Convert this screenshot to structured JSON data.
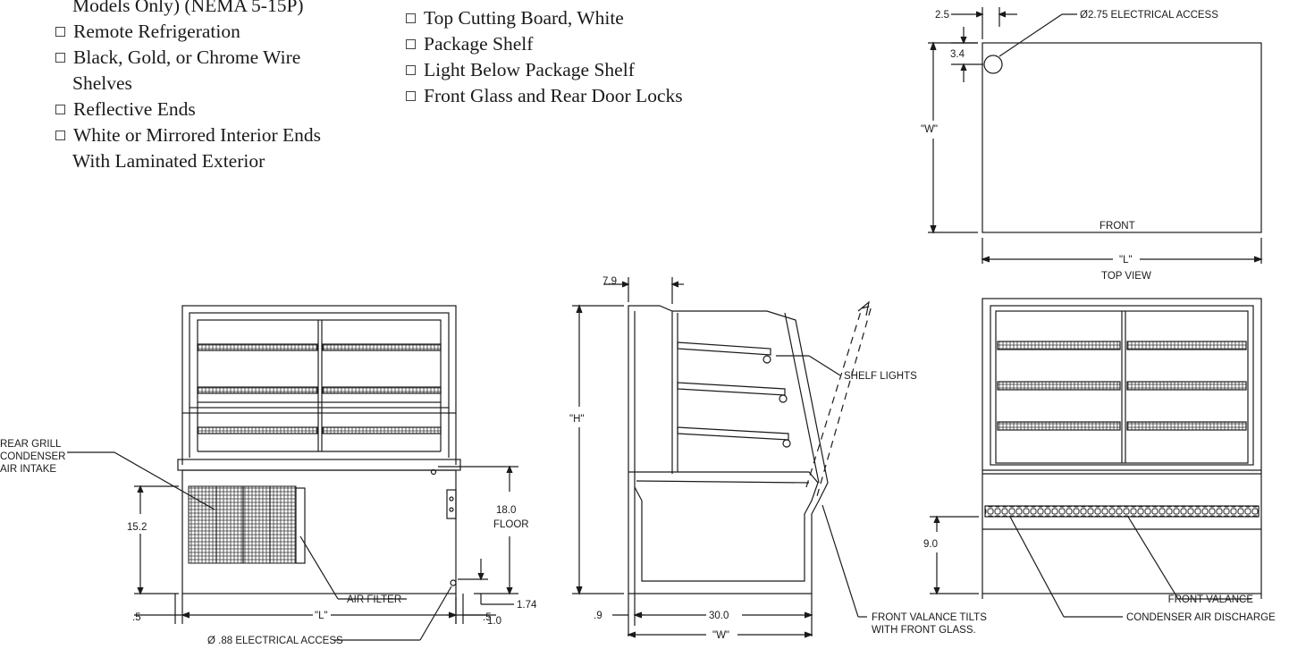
{
  "options_left": [
    {
      "text": "Models Only) (NEMA 5-15P)",
      "box": false,
      "indent": true
    },
    {
      "text": "Remote Refrigeration",
      "box": true
    },
    {
      "text": "Black, Gold, or Chrome Wire",
      "box": true
    },
    {
      "text": "Shelves",
      "box": false,
      "indent": true
    },
    {
      "text": "Reflective Ends",
      "box": true
    },
    {
      "text": "White or Mirrored Interior Ends",
      "box": true
    },
    {
      "text": "With Laminated Exterior",
      "box": false,
      "indent": true
    }
  ],
  "options_right": [
    {
      "text": "Top Cutting Board, White",
      "box": true
    },
    {
      "text": "Package Shelf",
      "box": true
    },
    {
      "text": "Light Below Package Shelf",
      "box": true
    },
    {
      "text": "Front Glass and Rear Door Locks",
      "box": true
    }
  ],
  "top_view": {
    "dim_left": "2.5",
    "dim_top": "3.4",
    "electrical_access": "Ø2.75 ELECTRICAL ACCESS",
    "width_label": "\"W\"",
    "front_label": "FRONT",
    "length_label": "\"L\"",
    "view_title": "TOP VIEW"
  },
  "rear_view": {
    "grill_label_1": "REAR GRILL",
    "grill_label_2": "CONDENSER",
    "grill_label_3": "AIR INTAKE",
    "dim_grill_height": "15.2",
    "dim_floor_1": "18.0",
    "dim_floor_2": "FLOOR",
    "dim_174": "1.74",
    "dim_10": "1.0",
    "air_filter": "AIR FILTER",
    "dim_left_05": ".5",
    "dim_right_05": ".5",
    "length_label": "\"L\"",
    "electrical_access": "Ø .88 ELECTRICAL ACCESS"
  },
  "side_view": {
    "dim_top": "7.9",
    "height_label": "\"H\"",
    "shelf_lights": "SHELF LIGHTS",
    "dim_09": ".9",
    "dim_30": "30.0",
    "width_label": "\"W\"",
    "valance_note_1": "FRONT VALANCE TILTS",
    "valance_note_2": "WITH FRONT GLASS."
  },
  "front_view": {
    "dim_90": "9.0",
    "front_valance": "FRONT VALANCE",
    "condenser_discharge": "CONDENSER AIR DISCHARGE"
  }
}
